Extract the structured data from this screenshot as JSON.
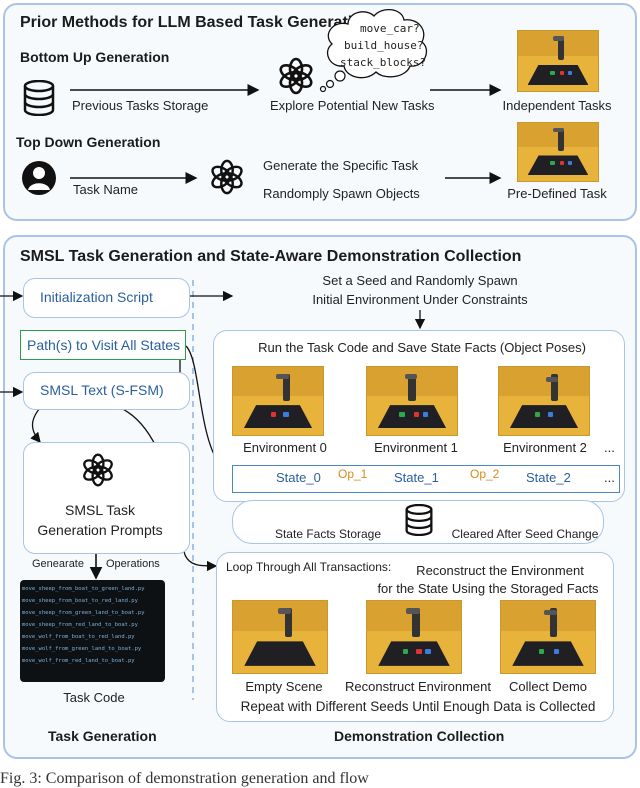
{
  "top_panel": {
    "title": "Prior Methods for LLM Based Task Generation",
    "bottom_up": {
      "heading": "Bottom Up Generation",
      "storage_label": "Previous Tasks Storage",
      "explore_label": "Explore Potential New Tasks",
      "result_label": "Independent Tasks",
      "thought": [
        "move_car?",
        "build_house?",
        "stack_blocks?"
      ]
    },
    "top_down": {
      "heading": "Top Down Generation",
      "input_label": "Task Name",
      "generate_label": "Generate the Specific Task",
      "spawn_label": "Randomply Spawn Objects",
      "result_label": "Pre-Defined Task"
    }
  },
  "bottom_panel": {
    "title": "SMSL Task Generation and State-Aware Demonstration Collection",
    "init_script": "Initialization Script",
    "paths": "Path(s) to Visit All States",
    "smsl_text": "SMSL Text (S-FSM)",
    "prompts_line1": "SMSL Task",
    "prompts_line2": "Generation Prompts",
    "generate_label": "Genearate",
    "operations_label": "Operations",
    "task_code_label": "Task Code",
    "task_generation_label": "Task Generation",
    "demo_collection_label": "Demonstration Collection",
    "seed_line1": "Set a Seed and Randomly Spawn",
    "seed_line2": "Initial Environment Under Constraints",
    "run_label": "Run the Task Code and Save State Facts (Object Poses)",
    "environments": [
      "Environment 0",
      "Environment 1",
      "Environment 2"
    ],
    "ellipsis": "...",
    "states": [
      "State_0",
      "State_1",
      "State_2"
    ],
    "ops": [
      "Op_1",
      "Op_2"
    ],
    "state_ellipsis": "...",
    "facts_storage": "State Facts Storage",
    "cleared": "Cleared After Seed Change",
    "loop_label": "Loop Through All Transactions:",
    "reconstruct_line1": "Reconstruct the Environment",
    "reconstruct_line2": "for the State Using the Storaged Facts",
    "scenes": [
      "Empty Scene",
      "Reconstruct Environment",
      "Collect Demo"
    ],
    "repeat_label": "Repeat with Different Seeds Until Enough Data is Collected",
    "code_lines": [
      "move_sheep_from_boat_to_green_land.py",
      "move_sheep_from_boat_to_red_land.py",
      "move_sheep_from_green_land_to_boat.py",
      "move_sheep_from_red_land_to_boat.py",
      "move_wolf_from_boat_to_red_land.py",
      "move_wolf_from_green_land_to_boat.py",
      "move_wolf_from_red_land_to_boat.py"
    ]
  },
  "caption": "Fig. 3: Comparison of demonstration generation and flow",
  "colors": {
    "accent": "#a9c4e6",
    "state_blue": "#4a86c8",
    "op_orange": "#e39a1f"
  }
}
